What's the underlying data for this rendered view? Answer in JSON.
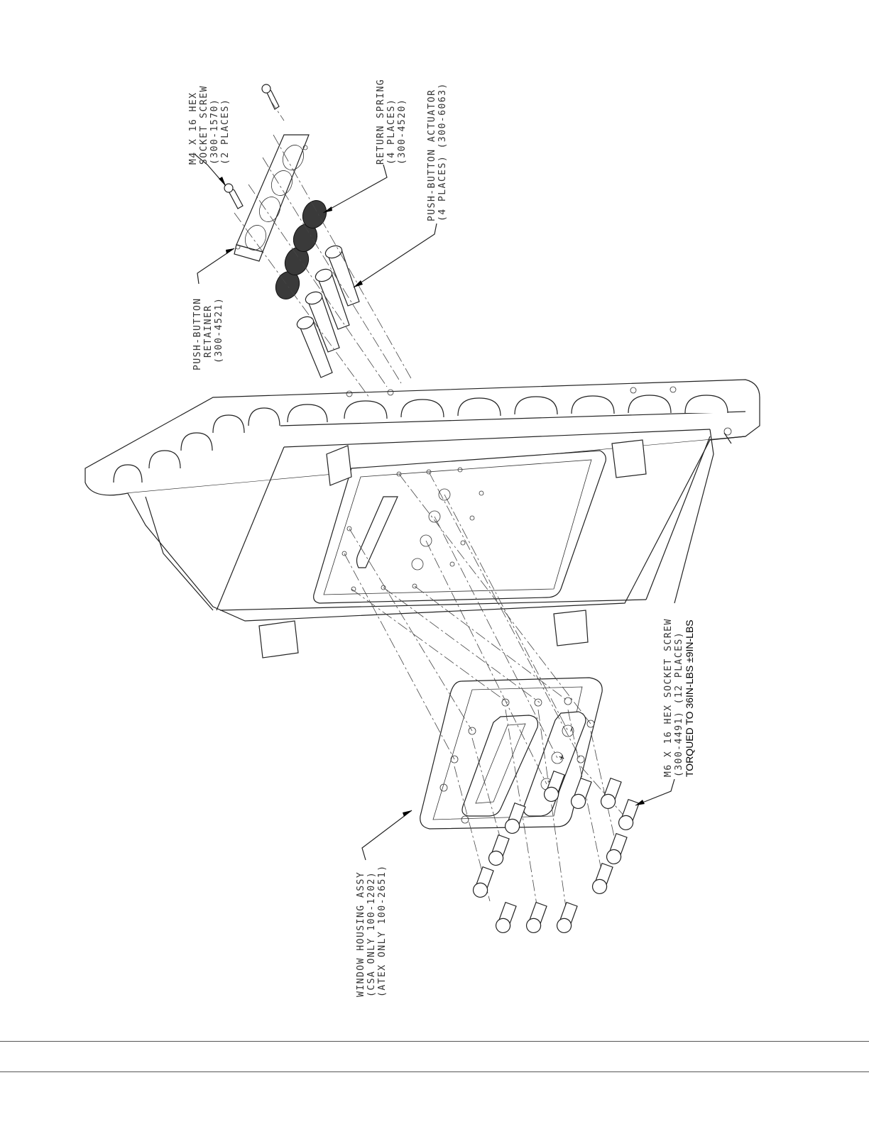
{
  "labels": {
    "hex_screw_m4": [
      "M4 X 16 HEX",
      "SOCKET SCREW",
      "(300-1570)",
      "(2 PLACES)"
    ],
    "return_spring": [
      "RETURN SPRING",
      "(4 PLACES)",
      "(300-4520)"
    ],
    "actuator": [
      "PUSH-BUTTON ACTUATOR",
      "(4 PLACES) (300-6063)"
    ],
    "retainer": [
      "PUSH-BUTTON",
      "RETAINER",
      "(300-4521)"
    ],
    "hex_screw_m6": [
      "M6 X 16 HEX SOCKET SCREW",
      "(300-4491) (12 PLACES)"
    ],
    "torque_note": "TORQUED TO 36IN-LBS ±9IN-LBS",
    "window_housing": [
      "WINDOW HOUSING ASSY",
      "(CSA ONLY 100-1202)",
      "(ATEX ONLY 100-2651)"
    ]
  },
  "panel_symbols": {
    "minus": "−",
    "plus": "+",
    "warning": "⚠"
  }
}
